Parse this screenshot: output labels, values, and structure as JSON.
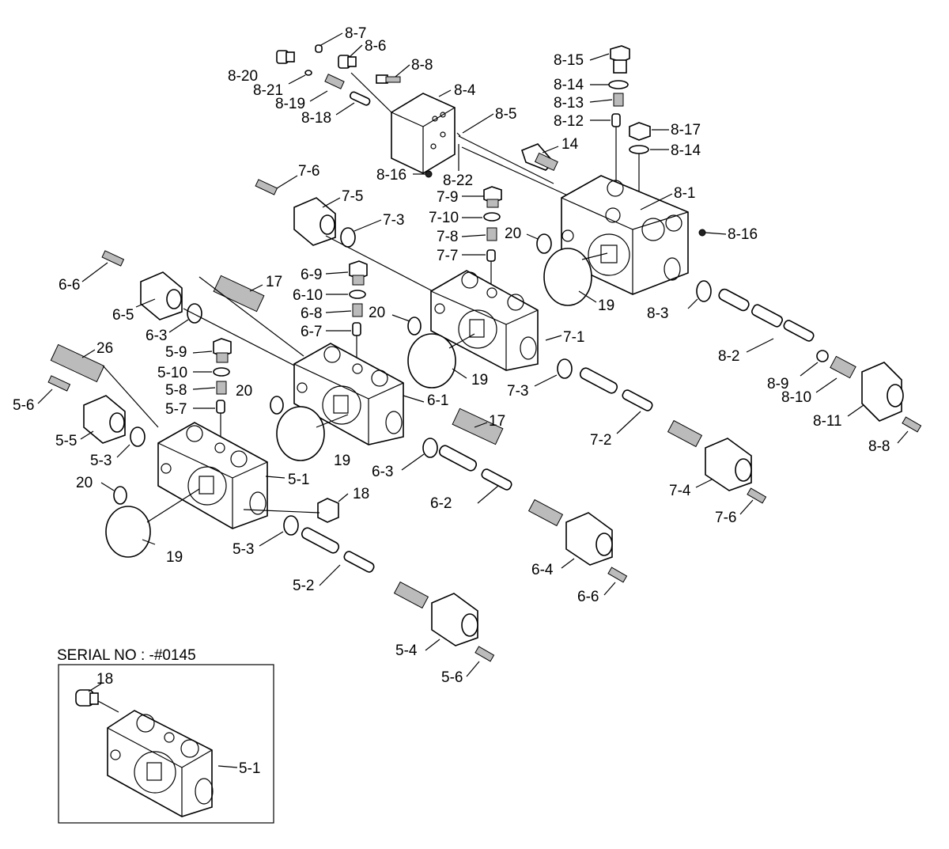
{
  "serial_note": "SERIAL NO : -#0145",
  "labels": {
    "p8_7": "8-7",
    "p8_6": "8-6",
    "p8_20": "8-20",
    "p8_8a": "8-8",
    "p8_21": "8-21",
    "p8_19": "8-19",
    "p8_4": "8-4",
    "p8_18": "8-18",
    "p8_5": "8-5",
    "p8_16a": "8-16",
    "p8_22": "8-22",
    "p8_15": "8-15",
    "p8_14a": "8-14",
    "p8_13": "8-13",
    "p8_12": "8-12",
    "p8_17": "8-17",
    "p8_14b": "8-14",
    "p14": "14",
    "p8_1": "8-1",
    "p8_16b": "8-16",
    "p8_3": "8-3",
    "p8_2": "8-2",
    "p8_9": "8-9",
    "p8_10": "8-10",
    "p8_11": "8-11",
    "p8_8b": "8-8",
    "p7_6a": "7-6",
    "p7_5": "7-5",
    "p7_3a": "7-3",
    "p7_9": "7-9",
    "p7_10": "7-10",
    "p7_8": "7-8",
    "p7_7": "7-7",
    "p20a": "20",
    "p19a": "19",
    "p7_1": "7-1",
    "p7_3b": "7-3",
    "p7_2": "7-2",
    "p7_4": "7-4",
    "p7_6b": "7-6",
    "p6_6a": "6-6",
    "p6_5": "6-5",
    "p17a": "17",
    "p6_9": "6-9",
    "p6_10": "6-10",
    "p6_8": "6-8",
    "p6_7": "6-7",
    "p6_3a": "6-3",
    "p20b": "20",
    "p19b": "19",
    "p6_1": "6-1",
    "p17b": "17",
    "p6_3b": "6-3",
    "p6_2": "6-2",
    "p6_4": "6-4",
    "p6_6b": "6-6",
    "p26": "26",
    "p5_9": "5-9",
    "p5_10": "5-10",
    "p5_8": "5-8",
    "p5_7": "5-7",
    "p5_6a": "5-6",
    "p5_5": "5-5",
    "p5_3a": "5-3",
    "p20c": "20",
    "p19c": "19",
    "p5_1": "5-1",
    "p18a": "18",
    "p5_3b": "5-3",
    "p5_2": "5-2",
    "p5_4": "5-4",
    "p5_6b": "5-6",
    "p18b": "18",
    "p5_1b": "5-1",
    "p20d": "20",
    "p19d": "19"
  }
}
